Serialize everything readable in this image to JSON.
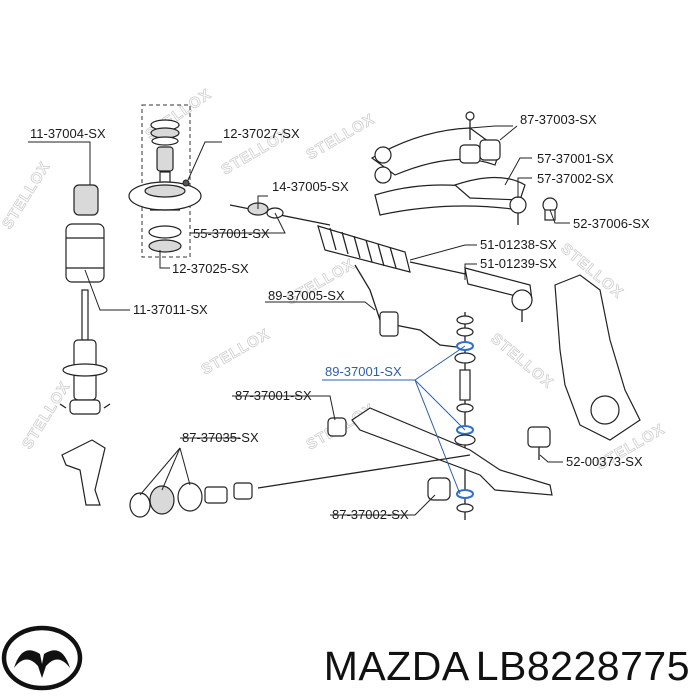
{
  "watermark": "STELLOX",
  "brand": {
    "name": "MAZDA",
    "part_number": "LB8228775"
  },
  "callouts": [
    {
      "id": "c1",
      "text": "11-37004-SX"
    },
    {
      "id": "c2",
      "text": "12-37027-SX"
    },
    {
      "id": "c3",
      "text": "87-37003-SX"
    },
    {
      "id": "c4",
      "text": "14-37005-SX"
    },
    {
      "id": "c5",
      "text": "57-37001-SX"
    },
    {
      "id": "c6",
      "text": "57-37002-SX"
    },
    {
      "id": "c7",
      "text": "55-37001-SX"
    },
    {
      "id": "c8",
      "text": "52-37006-SX"
    },
    {
      "id": "c9",
      "text": "12-37025-SX"
    },
    {
      "id": "c10",
      "text": "51-01238-SX"
    },
    {
      "id": "c11",
      "text": "51-01239-SX"
    },
    {
      "id": "c12",
      "text": "89-37005-SX"
    },
    {
      "id": "c13",
      "text": "11-37011-SX"
    },
    {
      "id": "c14",
      "text": "89-37001-SX",
      "highlight": true
    },
    {
      "id": "c15",
      "text": "87-37001-SX"
    },
    {
      "id": "c16",
      "text": "87-37035-SX"
    },
    {
      "id": "c17",
      "text": "52-00373-SX"
    },
    {
      "id": "c18",
      "text": "87-37002-SX"
    }
  ]
}
